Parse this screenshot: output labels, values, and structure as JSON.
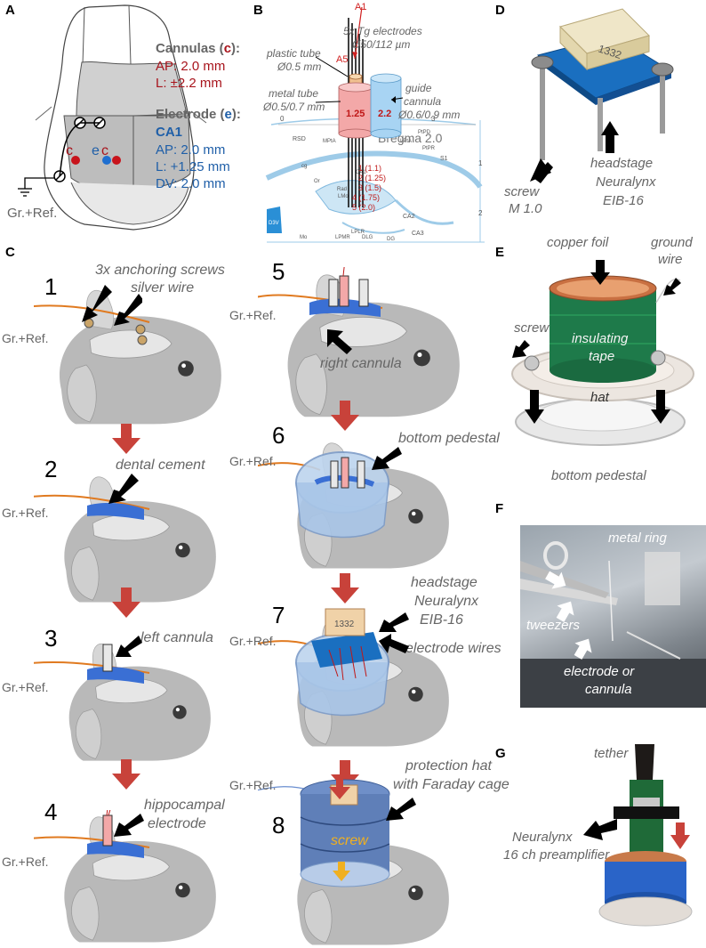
{
  "panels": {
    "a": "A",
    "b": "B",
    "c": "C",
    "d": "D",
    "e": "E",
    "f": "F",
    "g": "G"
  },
  "panel_a": {
    "cannulas_heading": "Cannulas (",
    "cannulas_c": "c",
    "cannulas_close": "):",
    "cannula_ap": "AP:  2.0 mm",
    "cannula_l": "L:  ±2.2 mm",
    "electrode_heading": "Electrode (",
    "electrode_e": "e",
    "electrode_close": "):",
    "region": "CA1",
    "electrode_ap": "AP:  2.0 mm",
    "electrode_l": "L:  +1.25 mm",
    "electrode_dv": "DV:  2.0 mm",
    "grref": "Gr.+Ref.",
    "mark_c_left": "c",
    "mark_e": "e",
    "mark_c_right": "c"
  },
  "panel_b": {
    "a1": "A1",
    "a5": "A5",
    "electrodes_line1": "5x Tg electrodes",
    "electrodes_line2": "Ø50/112 µm",
    "plastic_tube_line1": "plastic tube",
    "plastic_tube_line2": "Ø0.5 mm",
    "metal_tube_line1": "metal tube",
    "metal_tube_line2": "Ø0.5/0.7 mm",
    "guide_line1": "guide",
    "guide_line2": "cannula",
    "guide_line3": "Ø0.6/0.9 mm",
    "metal_value": "1.25",
    "guide_value": "2.2",
    "bregma": "Bregma 2.0",
    "depths": [
      "1 (1.1)",
      "2 (1.25)",
      "3 (1.5)",
      "4 (1.75)",
      "5 (2.0)"
    ],
    "atlas_labels": [
      "RSD",
      "MPtA",
      "LPtA",
      "PtPD",
      "PtPR",
      "S1",
      "cg",
      "CA1",
      "CA2",
      "CA3",
      "DG",
      "LMol",
      "Rad",
      "Or",
      "DLG",
      "LPMR",
      "LPLR",
      "D3V",
      "Mo"
    ],
    "ruler": [
      "0",
      "1",
      "2",
      "3"
    ],
    "side_ticks": [
      "1",
      "2"
    ]
  },
  "panel_c": {
    "steps": [
      "1",
      "2",
      "3",
      "4",
      "5",
      "6",
      "7",
      "8"
    ],
    "grref": "Gr.+Ref.",
    "s1_label_line1": "3x anchoring screws",
    "s1_label_line2": "silver wire",
    "s2_label": "dental cement",
    "s3_label": "left cannula",
    "s4_label_line1": "hippocampal",
    "s4_label_line2": "electrode",
    "s5_label": "right cannula",
    "s6_label": "bottom pedestal",
    "s7_label_line1": "headstage",
    "s7_label_line2": "Neuralynx",
    "s7_label_line3": "EIB-16",
    "s7_label_wires": "electrode wires",
    "s8_label_line1": "protection hat",
    "s8_label_line2": "with Faraday cage",
    "s8_screw": "screw",
    "chip_number": "1332"
  },
  "panel_d": {
    "chip_number": "1332",
    "screw_line1": "screw",
    "screw_line2": "M 1.0",
    "headstage_line1": "headstage",
    "headstage_line2": "Neuralynx",
    "headstage_line3": "EIB-16"
  },
  "panel_e": {
    "copper": "copper foil",
    "ground_line1": "ground",
    "ground_line2": "wire",
    "screw": "screw",
    "tape_line1": "insulating",
    "tape_line2": "tape",
    "hat": "hat",
    "pedestal": "bottom pedestal"
  },
  "panel_f": {
    "ring": "metal ring",
    "tweezers": "tweezers",
    "target_line1": "electrode or",
    "target_line2": "cannula"
  },
  "panel_g": {
    "tether": "tether",
    "preamp_line1": "Neuralynx",
    "preamp_line2": "16 ch preamplifier"
  },
  "colors": {
    "cannula_red": "#a8141c",
    "electrode_blue": "#1f5fa8",
    "label_gray": "#666666",
    "step_arrow": "#c8423a",
    "cement_blue": "#3a6fd4",
    "wire_orange": "#e07a20"
  }
}
